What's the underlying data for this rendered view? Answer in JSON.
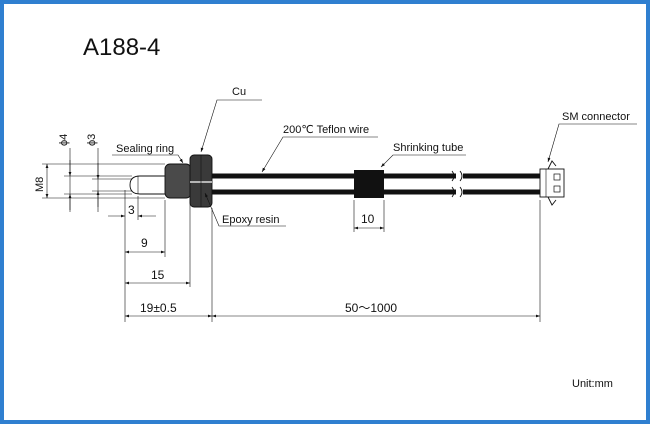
{
  "title": "A188-4",
  "labels": {
    "cu": "Cu",
    "sealing_ring": "Sealing ring",
    "teflon_wire": "200℃ Teflon wire",
    "shrinking_tube": "Shrinking tube",
    "sm_connector": "SM connector",
    "epoxy_resin": "Epoxy resin"
  },
  "dimensions": {
    "dia4": "ϕ4",
    "dia3": "ϕ3",
    "thread": "M8",
    "d3": "3",
    "d9": "9",
    "d15": "15",
    "d19": "19±0.5",
    "d10": "10",
    "length": "50～1000"
  },
  "unit": "Unit:mm"
}
